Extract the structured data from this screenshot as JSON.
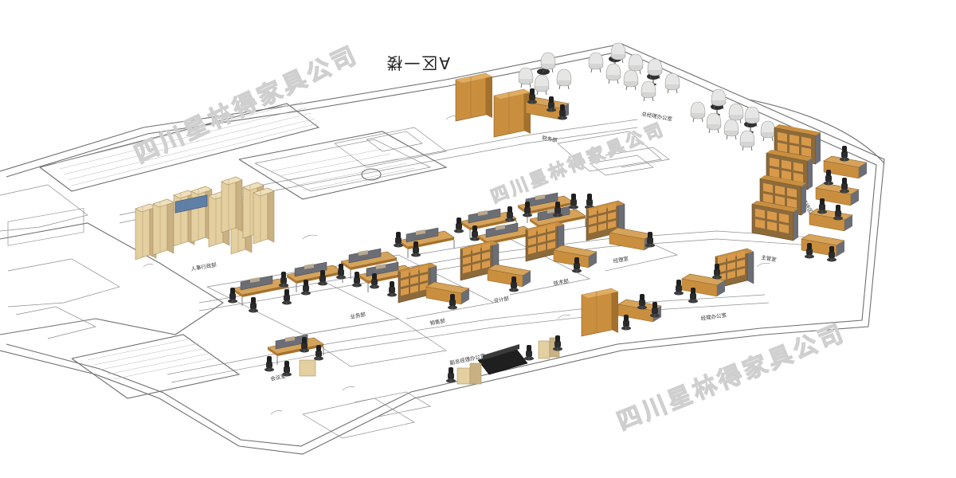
{
  "floor_label": "A区一楼",
  "watermarks": [
    "四川星林得家具公司",
    "四川星林得家具公司",
    "四川星林得家具公司"
  ],
  "room_labels": [
    "总经理办公室",
    "财务部",
    "人事行政部",
    "业务部",
    "销售部",
    "设计部",
    "技术部",
    "经理室",
    "主管室",
    "会议室",
    "副总经理办公室",
    "经理办公室",
    "前台接待区"
  ],
  "colors": {
    "wood": "#c98f3f",
    "wood_dark": "#a4702d",
    "cabinet": "#e3cfa0",
    "cabinet_dark": "#c9b184",
    "chair": "#2b2b2b",
    "lounge": "#d5d6d3",
    "glass_panel": "#b8a98e",
    "side_panel": "#6c6e76"
  }
}
